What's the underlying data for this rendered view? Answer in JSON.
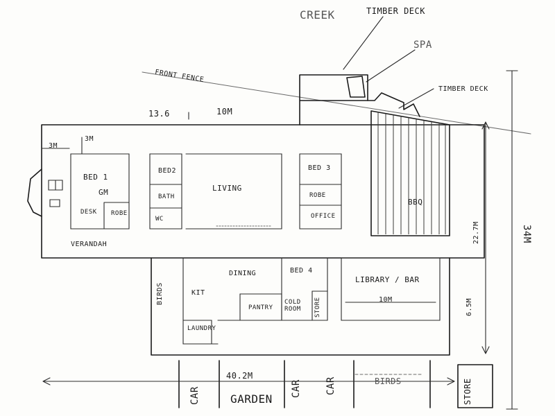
{
  "site": {
    "creek": "CREEK",
    "front_fence": "FRONT FENCE",
    "width_total": "40.2M",
    "height_total": "34M"
  },
  "deck": {
    "top_label": "TIMBER DECK",
    "spa": "SPA",
    "right_label": "TIMBER DECK",
    "bbq": "BBQ"
  },
  "dimensions": {
    "top_a": "13.6",
    "top_b": "10M",
    "left_a": "3M",
    "left_b": "3M",
    "lower_right": "6.5M",
    "upper_right": "22.7M",
    "library_width": "10M"
  },
  "rooms": {
    "bed1": "BED 1",
    "bed1_marks": [
      "GM"
    ],
    "desk": "DESK",
    "robe1": "ROBE",
    "bed2": "BED2",
    "bath": "BATH",
    "wc": "WC",
    "living": "LIVING",
    "bed3": "BED 3",
    "robe3": "ROBE",
    "office": "OFFICE",
    "veranda": "VERANDAH",
    "birds_small": "BIRDS",
    "kitchen": "KIT",
    "dining": "DINING",
    "bed4": "BED 4",
    "pantry": "PANTRY",
    "cold_room": "COLD ROOM",
    "store_small": "STORE",
    "laundry": "LAUNDRY",
    "library": "LIBRARY / BAR"
  },
  "bottom": {
    "car1": "CAR",
    "car2": "CAR",
    "car3": "CAR",
    "garden": "GARDEN",
    "birds": "BIRDS",
    "store": "STORE"
  }
}
